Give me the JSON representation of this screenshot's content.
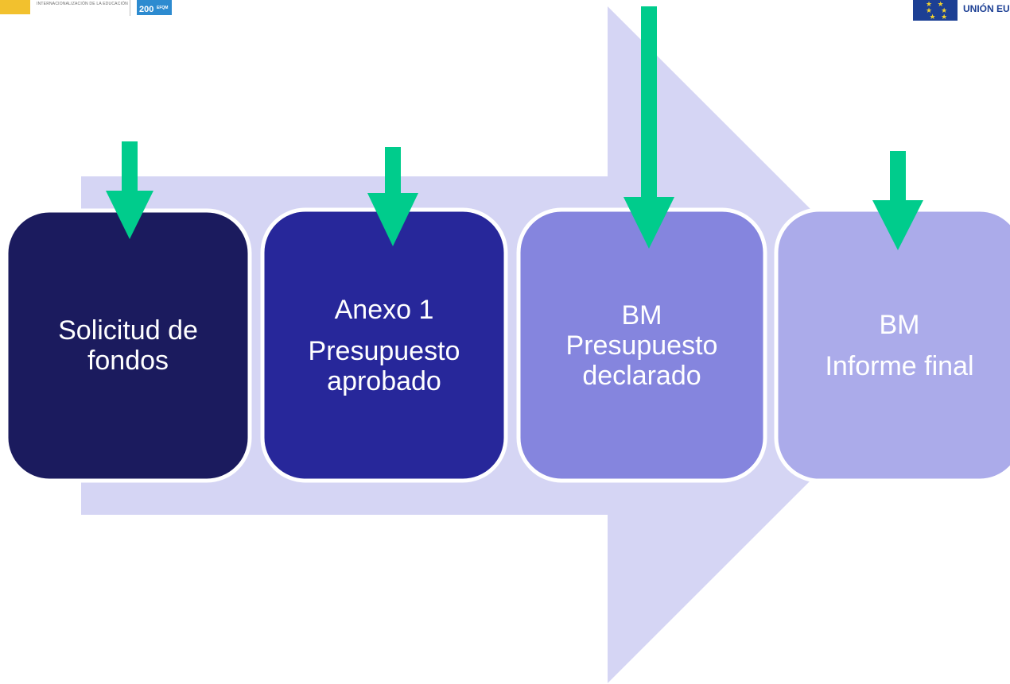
{
  "logos": {
    "left_org_text": "INTERNACIONALIZACIÓN DE LA EDUCACIÓN",
    "efqm_number": "200",
    "efqm_text": "EFQM",
    "right_text": "UNIÓN EU"
  },
  "steps": [
    {
      "lines": [
        "Solicitud de",
        "fondos"
      ],
      "fill": "#1B1B5E"
    },
    {
      "lines": [
        "Anexo 1",
        "Presupuesto",
        "aprobado"
      ],
      "fill": "#27279A"
    },
    {
      "lines": [
        "BM",
        "Presupuesto",
        "declarado"
      ],
      "fill": "#8585DE"
    },
    {
      "lines": [
        "BM",
        "Informe final"
      ],
      "fill": "#ABABEA"
    }
  ],
  "colors": {
    "background_arrow": "#D5D5F4",
    "marker_arrow": "#00CC8C",
    "box_border": "#ffffff",
    "eu_blue": "#1c3f94",
    "spain_yellow": "#F2C12E"
  },
  "icons": [
    "down-arrow-marker-icon",
    "process-flow-arrow"
  ]
}
